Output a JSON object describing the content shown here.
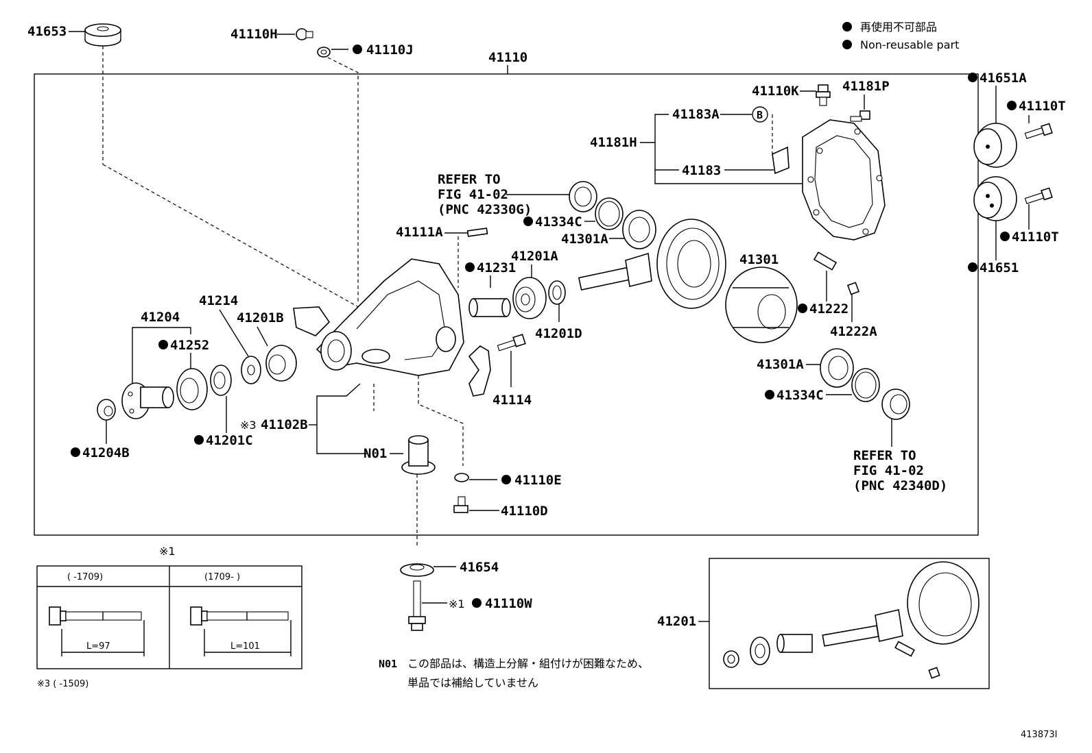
{
  "legend": {
    "japanese": "再使用不可部品",
    "english": "Non-reusable part"
  },
  "assembly_label": "41110",
  "labels": {
    "p41653": "41653",
    "p41110H": "41110H",
    "p41110J": "41110J",
    "p41651A": "41651A",
    "p41110T_top": "41110T",
    "p41110T_bot": "41110T",
    "p41651": "41651",
    "p41110K": "41110K",
    "p41181P": "41181P",
    "p41183A": "41183A",
    "p41181H": "41181H",
    "p41183": "41183",
    "refer_top_1": "REFER TO",
    "refer_top_2": "FIG 41-02",
    "refer_top_3": "(PNC 42330G)",
    "p41334C_top": "41334C",
    "p41301A_top": "41301A",
    "p41111A": "41111A",
    "p41201A": "41201A",
    "p41231": "41231",
    "p41301": "41301",
    "p41222": "41222",
    "p41222A": "41222A",
    "p41201D": "41201D",
    "p41204": "41204",
    "p41214": "41214",
    "p41201B": "41201B",
    "p41252": "41252",
    "p41114": "41114",
    "p41301A_bot": "41301A",
    "p41334C_bot": "41334C",
    "p41102B_prefix": "※3",
    "p41102B": "41102B",
    "p41201C": "41201C",
    "p41204B": "41204B",
    "pN01": "N01",
    "refer_bot_1": "REFER TO",
    "refer_bot_2": "FIG 41-02",
    "refer_bot_3": "(PNC 42340D)",
    "p41110E": "41110E",
    "p41110D": "41110D",
    "p41654": "41654",
    "p41110W_prefix": "※1",
    "p41110W": "41110W",
    "p41201": "41201",
    "marker_B": "B"
  },
  "bolt_table": {
    "marker": "※1",
    "col1_header": "(     -1709)",
    "col2_header": "(1709-     )",
    "col1_length": "L=97",
    "col2_length": "L=101"
  },
  "footnote_3": "※3 (     -1509)",
  "note": {
    "id": "N01",
    "line1": "この部品は、構造上分解・組付けが困難なため、",
    "line2": "単品では補給していません"
  },
  "illustration_id": "413873I"
}
